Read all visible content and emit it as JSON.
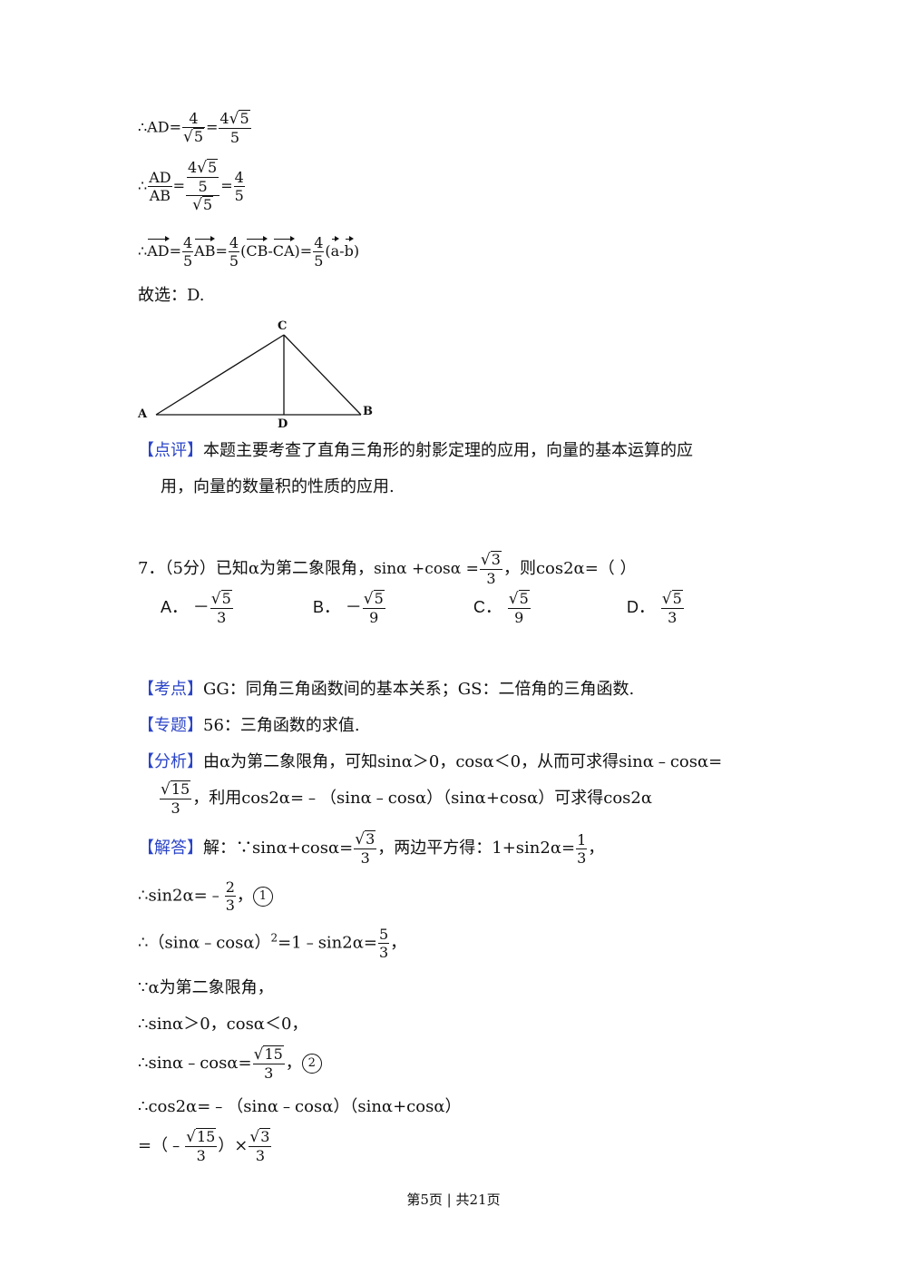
{
  "prev_solution": {
    "line1": {
      "lead": "∴AD=",
      "num1": "4",
      "den1_rad": "5",
      "eq": "=",
      "num2_coef": "4",
      "num2_rad": "5",
      "den2": "5"
    },
    "line2": {
      "lead": "∴",
      "r_num": "AD",
      "r_den": "AB",
      "eq1": "=",
      "inner_coef": "4",
      "inner_rad": "5",
      "inner_den": "5",
      "den_rad": "5",
      "eq2": "=",
      "res_num": "4",
      "res_den": "5"
    },
    "line3": {
      "lead": "∴",
      "vAD": "AD",
      "eq1": "=",
      "f1n": "4",
      "f1d": "5",
      "vAB": "AB",
      "eq2": "=",
      "f2n": "4",
      "f2d": "5",
      "paren_open": "(",
      "vCB": "CB",
      "minus1": "-",
      "vCA": "CA",
      "paren_close": ")",
      "eq3": "=",
      "f3n": "4",
      "f3d": "5",
      "paren2_open": "(",
      "va": "a",
      "minus2": "-",
      "vb": "b",
      "paren2_close": ")"
    },
    "choice": "故选：D."
  },
  "figure": {
    "A": "A",
    "B": "B",
    "C": "C",
    "D": "D"
  },
  "review": {
    "tag": "【点评】",
    "line1": "本题主要考查了直角三角形的射影定理的应用，向量的基本运算的应",
    "line2": "用，向量的数量积的性质的应用."
  },
  "question": {
    "text_a": "7．（5分）已知α为第二象限角，",
    "expr_lhs": "sinα +cosα =",
    "expr_rad": "3",
    "expr_den": "3",
    "text_b": "，则cos2α=（        ）",
    "options": [
      {
        "label": "A．",
        "sign": "－",
        "rad": "5",
        "den": "3"
      },
      {
        "label": "B．",
        "sign": "－",
        "rad": "5",
        "den": "9"
      },
      {
        "label": "C．",
        "sign": "",
        "rad": "5",
        "den": "9"
      },
      {
        "label": "D．",
        "sign": "",
        "rad": "5",
        "den": "3"
      }
    ]
  },
  "kaodian": {
    "tag": "【考点】",
    "text": "GG：同角三角函数间的基本关系；GS：二倍角的三角函数."
  },
  "zhuanti": {
    "tag": "【专题】",
    "text": "56：三角函数的求值."
  },
  "fenxi": {
    "tag": "【分析】",
    "line1": "由α为第二象限角，可知sinα＞0，cosα＜0，从而可求得sinα﹣cosα=",
    "frac_rad": "15",
    "frac_den": "3",
    "line2": "，利用cos2α=﹣（sinα﹣cosα）（sinα+cosα）可求得cos2α"
  },
  "jieda": {
    "tag": "【解答】",
    "l1_a": "解：∵sinα+cosα=",
    "l1_rad": "3",
    "l1_den": "3",
    "l1_b": "，两边平方得：1+sin2α=",
    "l1_num2": "1",
    "l1_den2": "3",
    "l1_c": "，",
    "l2_a": "∴sin2α=﹣",
    "l2_num": "2",
    "l2_den": "3",
    "l2_b": "，",
    "l2_mark": "1",
    "l3_a": "∴（sinα﹣cosα）",
    "l3_sup": "2",
    "l3_b": "=1﹣sin2α=",
    "l3_num": "5",
    "l3_den": "3",
    "l3_c": "，",
    "l4": "∵α为第二象限角，",
    "l5": "∴sinα＞0，cosα＜0，",
    "l6_a": "∴sinα﹣cosα=",
    "l6_rad": "15",
    "l6_den": "3",
    "l6_b": "，",
    "l6_mark": "2",
    "l7": "∴cos2α=﹣（sinα﹣cosα）（sinα+cosα）",
    "l8_a": "=（﹣",
    "l8_rad1": "15",
    "l8_den1": "3",
    "l8_b": "）×",
    "l8_rad2": "3",
    "l8_den2": "3"
  },
  "footer": {
    "text": "第5页 | 共21页"
  }
}
